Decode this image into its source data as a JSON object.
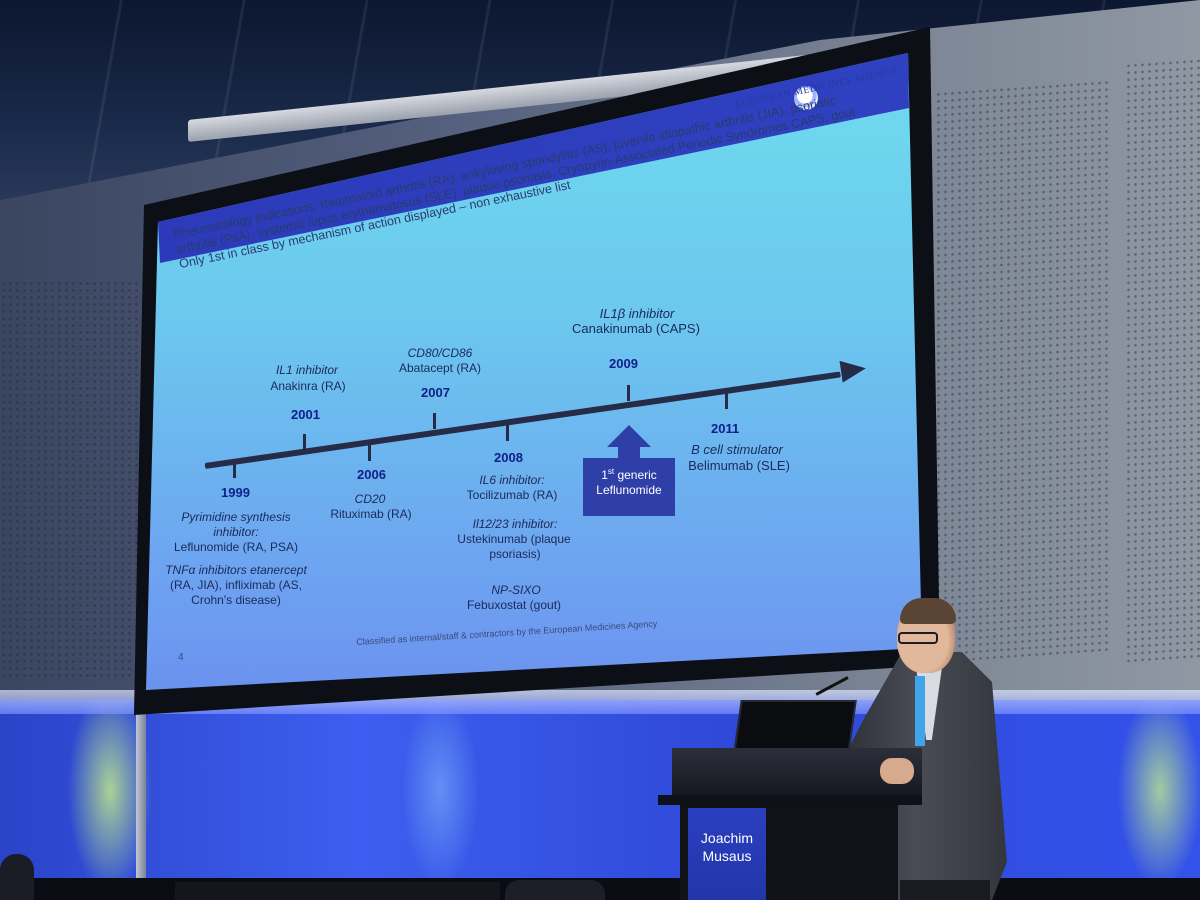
{
  "slide": {
    "logo_text": "EUROPEAN MEDICINES AGENCY",
    "indications": [
      "Rheumatology indications: rheumatoid arthritis (RA), ankylosing spondylitis (AS), juvenile idiopathic arthritis (JIA), psoriatic",
      "arthritis (PsA), systemic lupus erythematosus (SLE), plaque psoriasis, Cryopyrin-Associated Periodic Syndromes CAPS, gout",
      "Only 1st in class by mechanism of action displayed – non exhaustive list"
    ],
    "timeline": {
      "y1999": {
        "year": "1999",
        "l1": "Pyrimidine synthesis",
        "l2": "inhibitor:",
        "l3": "Leflunomide (RA, PSA)",
        "l4": "TNFα inhibitors etanercept",
        "l5": "(RA, JIA), infliximab (AS,",
        "l6": "Crohn's disease)"
      },
      "y2001": {
        "year": "2001",
        "cls": "IL1 inhibitor",
        "drug": "Anakinra (RA)"
      },
      "y2006": {
        "year": "2006",
        "cls": "CD20",
        "drug": "Rituximab (RA)"
      },
      "y2007": {
        "year": "2007",
        "cls": "CD80/CD86",
        "drug": "Abatacept (RA)"
      },
      "y2008": {
        "year": "2008",
        "cls1": "IL6 inhibitor:",
        "drug1": "Tocilizumab (RA)",
        "cls2": "Il12/23 inhibitor:",
        "drug2a": "Ustekinumab (plaque",
        "drug2b": "psoriasis)",
        "cls3": "NP-SIXO",
        "drug3": "Febuxostat (gout)"
      },
      "y2009": {
        "year": "2009",
        "cls": "IL1β inhibitor",
        "drug": "Canakinumab (CAPS)"
      },
      "y2011": {
        "year": "2011",
        "cls": "B cell stimulator",
        "drug": "Belimumab (SLE)"
      }
    },
    "callout": {
      "line1_pre": "1",
      "line1_sup": "st",
      "line1_post": " generic",
      "line2": "Leflunomide"
    },
    "footer": "Classified as internal/staff & contractors by the European Medicines Agency",
    "page_number": "4"
  },
  "podium": {
    "sign_first": "Joachim",
    "sign_last": "Musaus"
  }
}
